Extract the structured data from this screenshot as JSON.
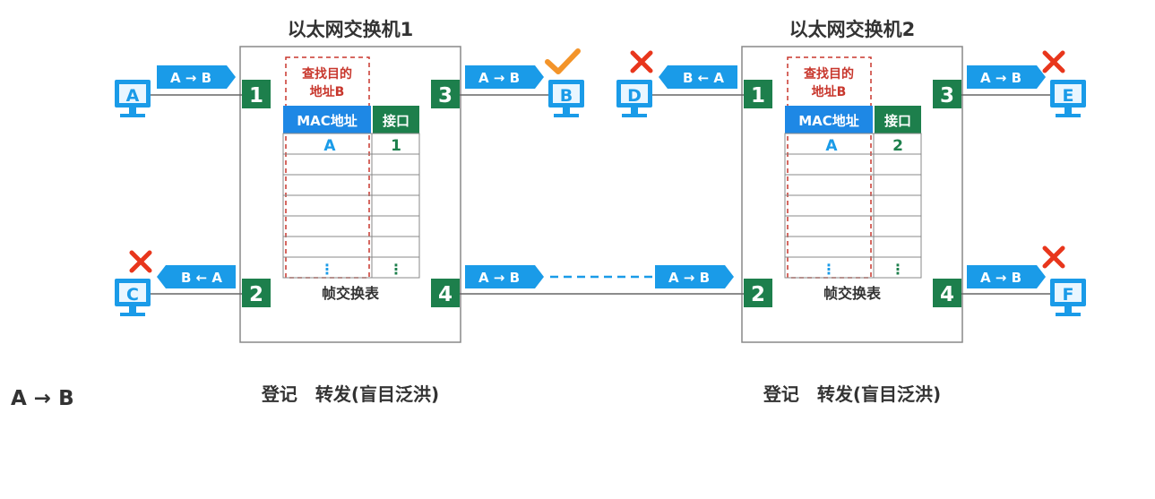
{
  "colors": {
    "port_green": "#1d7f4c",
    "accent_blue": "#1a9be8",
    "mac_header_blue": "#1e88e5",
    "cross_red": "#e8361c",
    "check_orange": "#f3942a",
    "lookup_red": "#c8372d",
    "border_gray": "#888888",
    "text_dark": "#333333"
  },
  "switches": [
    {
      "title": "以太网交换机1",
      "lookup_label": [
        "查找目的",
        "地址B"
      ],
      "table_headers": {
        "mac": "MAC地址",
        "port": "接口"
      },
      "table_rows": [
        {
          "mac": "A",
          "port": "1"
        }
      ],
      "ellipsis": "⋮",
      "table_caption": "帧交换表",
      "ports": [
        "1",
        "2",
        "3",
        "4"
      ],
      "steps": "登记　转发(盲目泛洪)"
    },
    {
      "title": "以太网交换机2",
      "lookup_label": [
        "查找目的",
        "地址B"
      ],
      "table_headers": {
        "mac": "MAC地址",
        "port": "接口"
      },
      "table_rows": [
        {
          "mac": "A",
          "port": "2"
        }
      ],
      "ellipsis": "⋮",
      "table_caption": "帧交换表",
      "ports": [
        "1",
        "2",
        "3",
        "4"
      ],
      "steps": "登记　转发(盲目泛洪)"
    }
  ],
  "hosts": [
    {
      "label": "A",
      "status": "none"
    },
    {
      "label": "C",
      "status": "rejected",
      "status_icon": "cross-icon"
    },
    {
      "label": "B",
      "status": "accepted",
      "status_icon": "check-icon"
    },
    {
      "label": "D",
      "status": "rejected",
      "status_icon": "cross-icon"
    },
    {
      "label": "E",
      "status": "rejected",
      "status_icon": "cross-icon"
    },
    {
      "label": "F",
      "status": "rejected",
      "status_icon": "cross-icon"
    }
  ],
  "frames": [
    {
      "text": "A → B",
      "direction": "right"
    },
    {
      "text": "B ← A",
      "direction": "left"
    },
    {
      "text": "A → B",
      "direction": "right"
    },
    {
      "text": "A → B",
      "direction": "right"
    },
    {
      "text": "A → B",
      "direction": "right"
    },
    {
      "text": "B ← A",
      "direction": "left"
    },
    {
      "text": "A → B",
      "direction": "right"
    },
    {
      "text": "A → B",
      "direction": "right"
    }
  ],
  "bottom_left_label": "A → B"
}
